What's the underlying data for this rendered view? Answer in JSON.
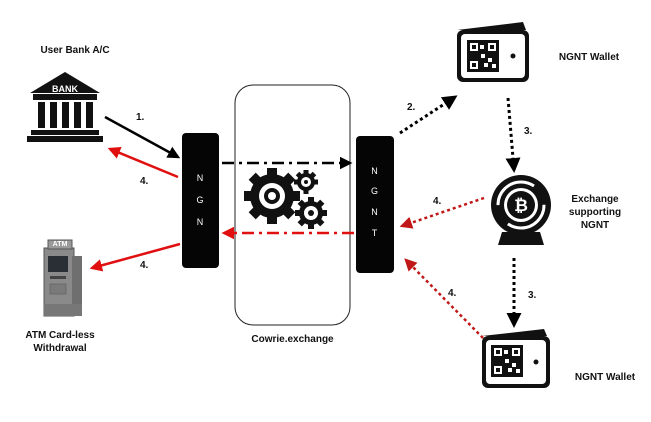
{
  "labels": {
    "user_bank": "User Bank A/C",
    "bank_sign": "BANK",
    "atm": "ATM Card-less\nWithdrawal",
    "atm_sign": "ATM",
    "exchange_center": "Cowrie.exchange",
    "wallet_top": "NGNT Wallet",
    "wallet_bottom": "NGNT Wallet",
    "exchange_right": "Exchange\nsupporting\nNGNT",
    "ngn_bar": [
      "N",
      "G",
      "N"
    ],
    "ngnt_bar": [
      "N",
      "G",
      "N",
      "T"
    ]
  },
  "steps": {
    "s1": "1.",
    "s2": "2.",
    "s3_top": "3.",
    "s3_bottom": "3.",
    "s4_bank": "4.",
    "s4_atm": "4.",
    "s4_exchange": "4.",
    "s4_wallet": "4."
  },
  "colors": {
    "black": "#000000",
    "red": "#e01010",
    "dark_red": "#c01818"
  }
}
